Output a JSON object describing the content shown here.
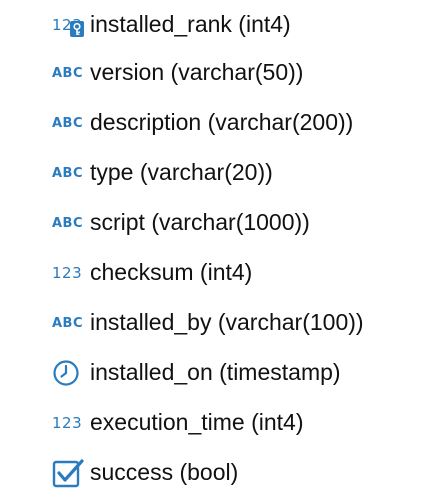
{
  "accent_color": "#2b7bbf",
  "columns": [
    {
      "label": "installed_rank (int4)",
      "type_icon": "numeric-key-icon",
      "icon_text": "123"
    },
    {
      "label": "version (varchar(50))",
      "type_icon": "text-type-icon",
      "icon_text": "ABC"
    },
    {
      "label": "description (varchar(200))",
      "type_icon": "text-type-icon",
      "icon_text": "ABC"
    },
    {
      "label": "type (varchar(20))",
      "type_icon": "text-type-icon",
      "icon_text": "ABC"
    },
    {
      "label": "script (varchar(1000))",
      "type_icon": "text-type-icon",
      "icon_text": "ABC"
    },
    {
      "label": "checksum (int4)",
      "type_icon": "numeric-type-icon",
      "icon_text": "123"
    },
    {
      "label": "installed_by (varchar(100))",
      "type_icon": "text-type-icon",
      "icon_text": "ABC"
    },
    {
      "label": "installed_on (timestamp)",
      "type_icon": "clock-icon",
      "icon_text": ""
    },
    {
      "label": "execution_time (int4)",
      "type_icon": "numeric-type-icon",
      "icon_text": "123"
    },
    {
      "label": "success (bool)",
      "type_icon": "checkbox-icon",
      "icon_text": ""
    }
  ]
}
